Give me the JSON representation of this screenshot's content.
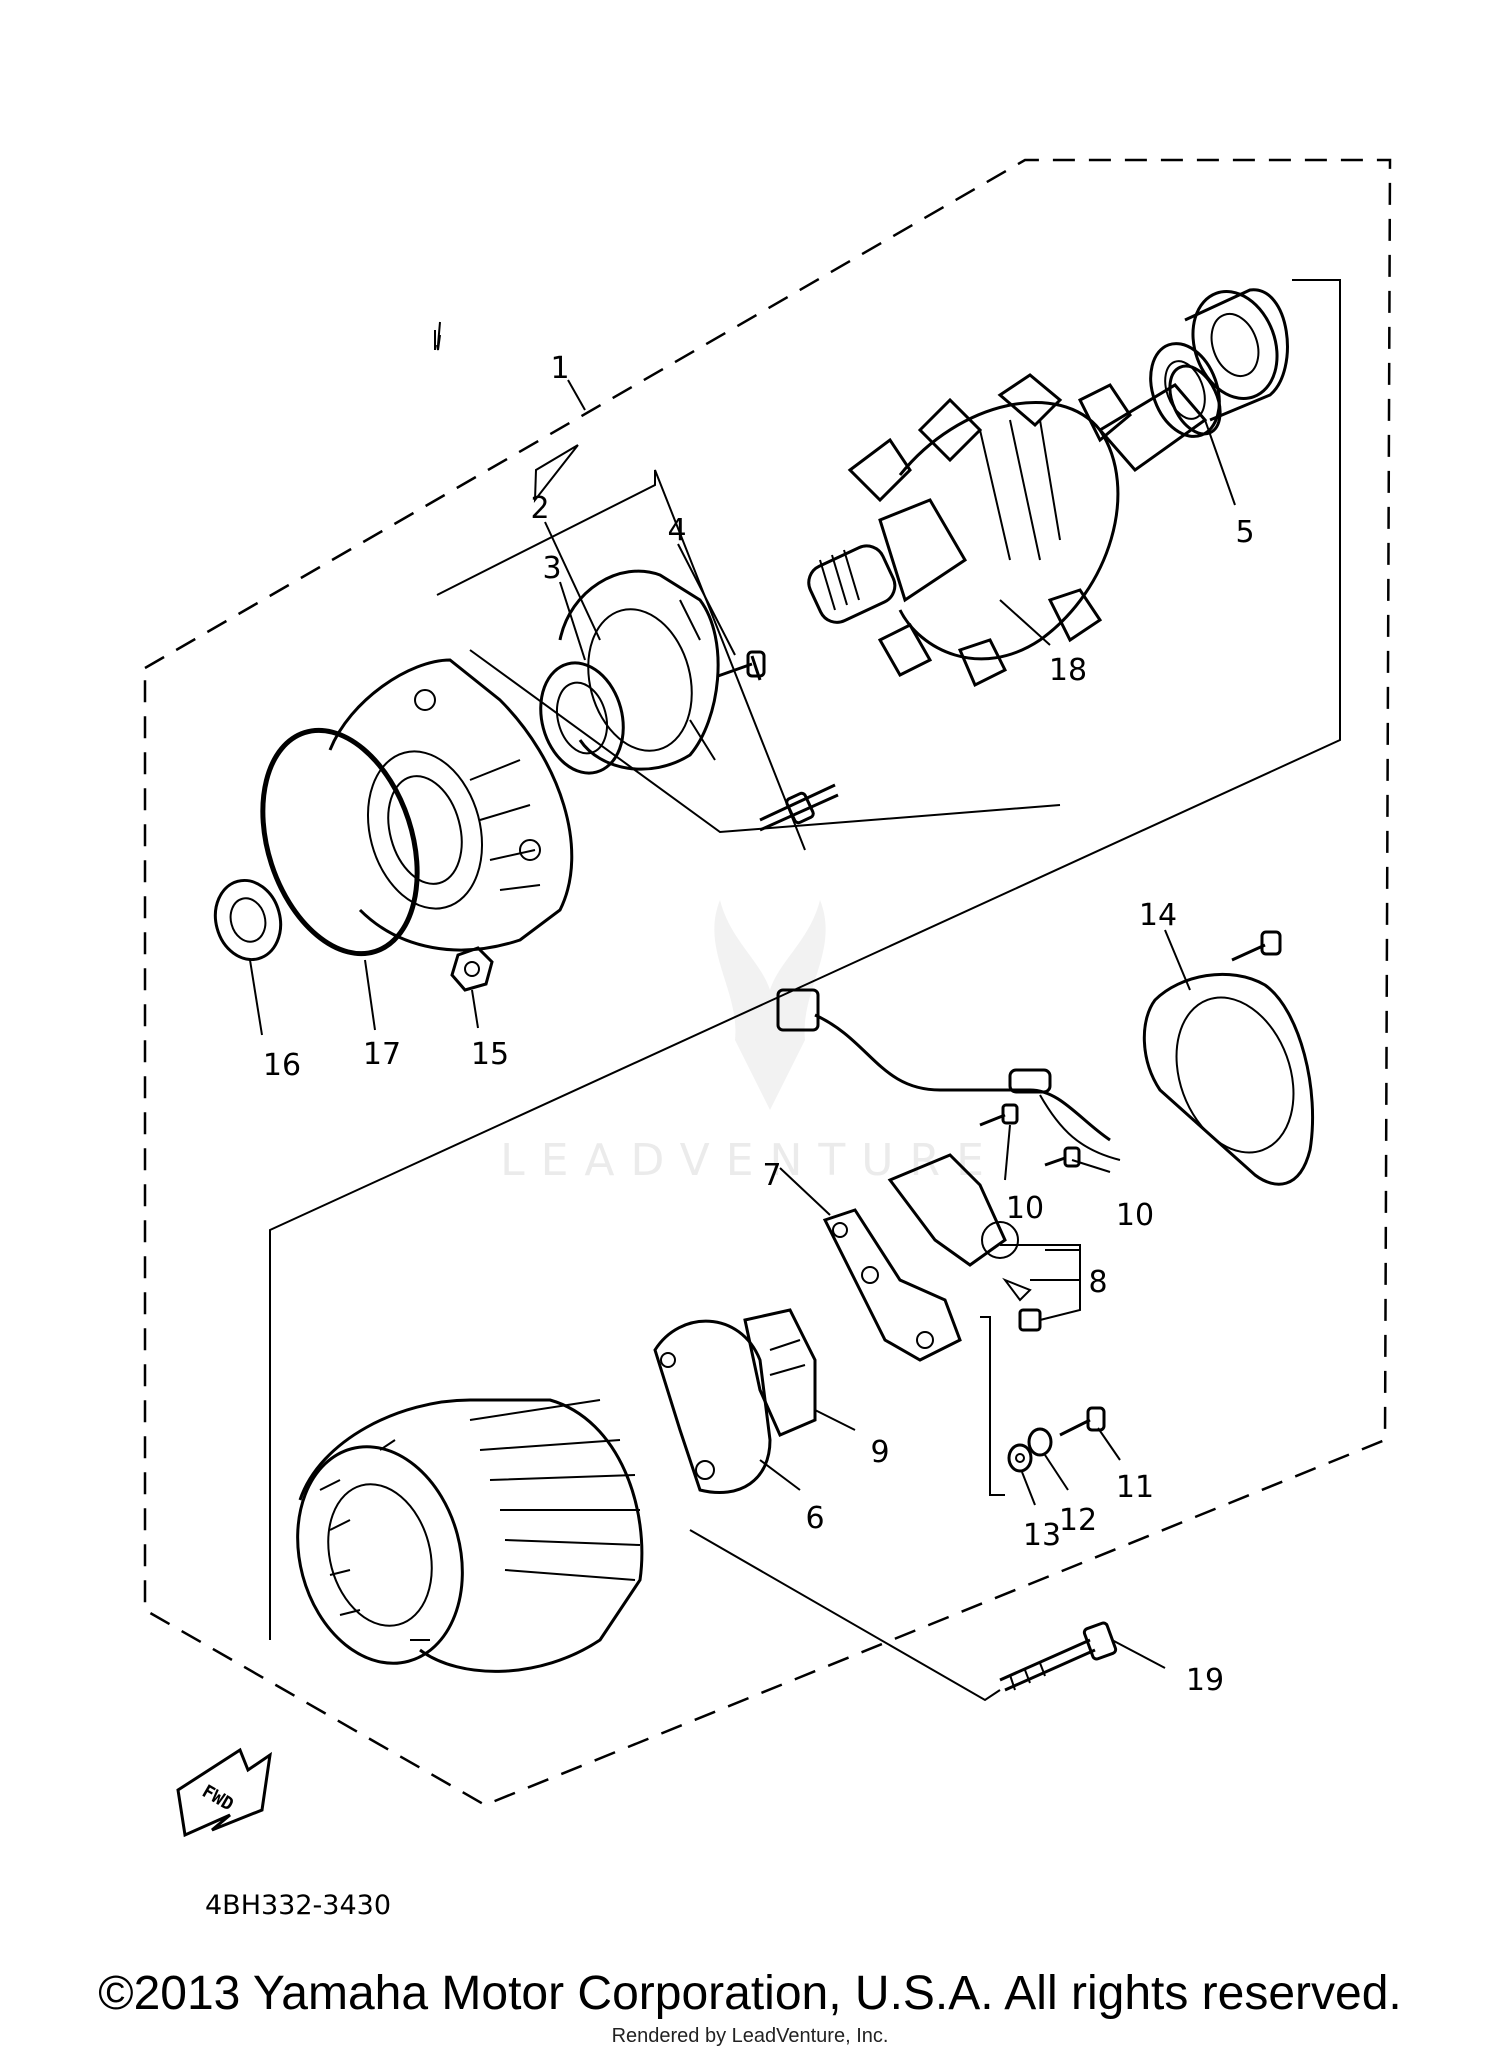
{
  "callouts": [
    "1",
    "2",
    "3",
    "4",
    "5",
    "6",
    "7",
    "8",
    "9",
    "10",
    "10",
    "11",
    "12",
    "13",
    "14",
    "15",
    "16",
    "17",
    "18",
    "19"
  ],
  "diagram_code": "4BH332-3430",
  "direction_badge": "FWD",
  "watermark": {
    "text": "LEADVENTURE"
  },
  "footer": {
    "copyright": "©2013 Yamaha Motor Corporation, U.S.A. All rights reserved.",
    "rendered_by": "Rendered by LeadVenture, Inc."
  }
}
